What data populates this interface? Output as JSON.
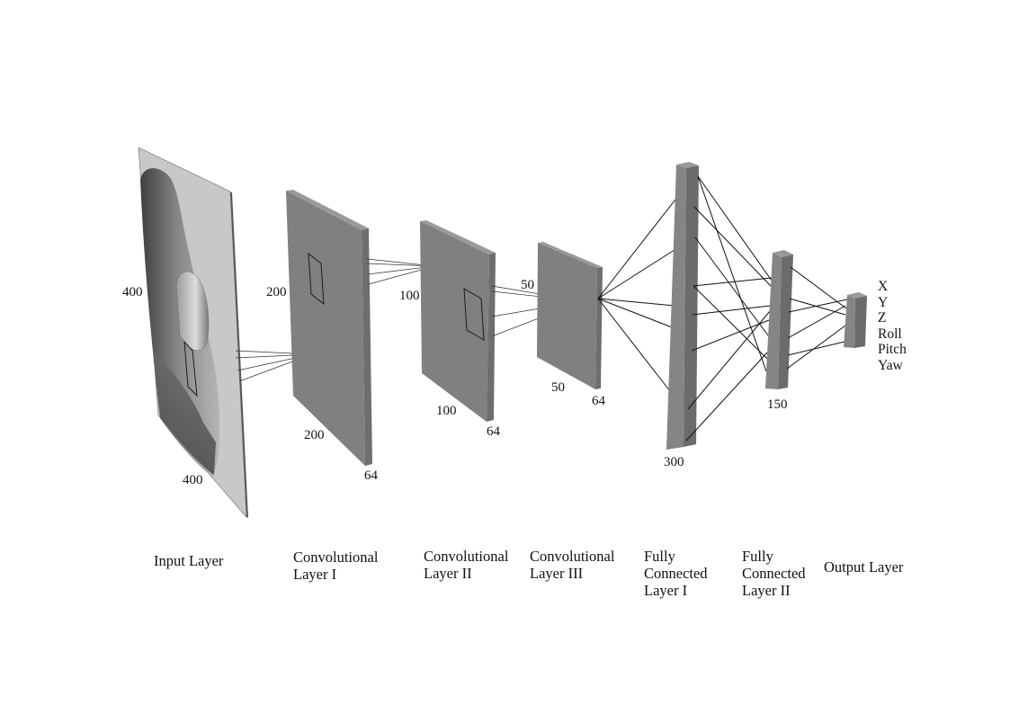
{
  "colors": {
    "layer_front": "#808080",
    "layer_side": "#6f6f6f",
    "layer_top": "#9a9a9a",
    "input_plane": "#c8c8c8",
    "connection": "#111111"
  },
  "input_layer": {
    "label": "Input Layer",
    "height": "400",
    "width": "400"
  },
  "conv1": {
    "label_line1": "Convolutional",
    "label_line2": "Layer I",
    "height": "200",
    "width": "200",
    "depth": "64"
  },
  "conv2": {
    "label_line1": "Convolutional",
    "label_line2": "Layer II",
    "height": "100",
    "width": "100",
    "depth": "64"
  },
  "conv3": {
    "label_line1": "Convolutional",
    "label_line2": "Layer III",
    "height": "50",
    "width": "50",
    "depth": "64"
  },
  "fc1": {
    "label_line1": "Fully",
    "label_line2": "Connected",
    "label_line3": "Layer I",
    "units": "300"
  },
  "fc2": {
    "label_line1": "Fully",
    "label_line2": "Connected",
    "label_line3": "Layer II",
    "units": "150"
  },
  "output_layer": {
    "label": "Output Layer",
    "outputs": [
      "X",
      "Y",
      "Z",
      "Roll",
      "Pitch",
      "Yaw"
    ]
  }
}
